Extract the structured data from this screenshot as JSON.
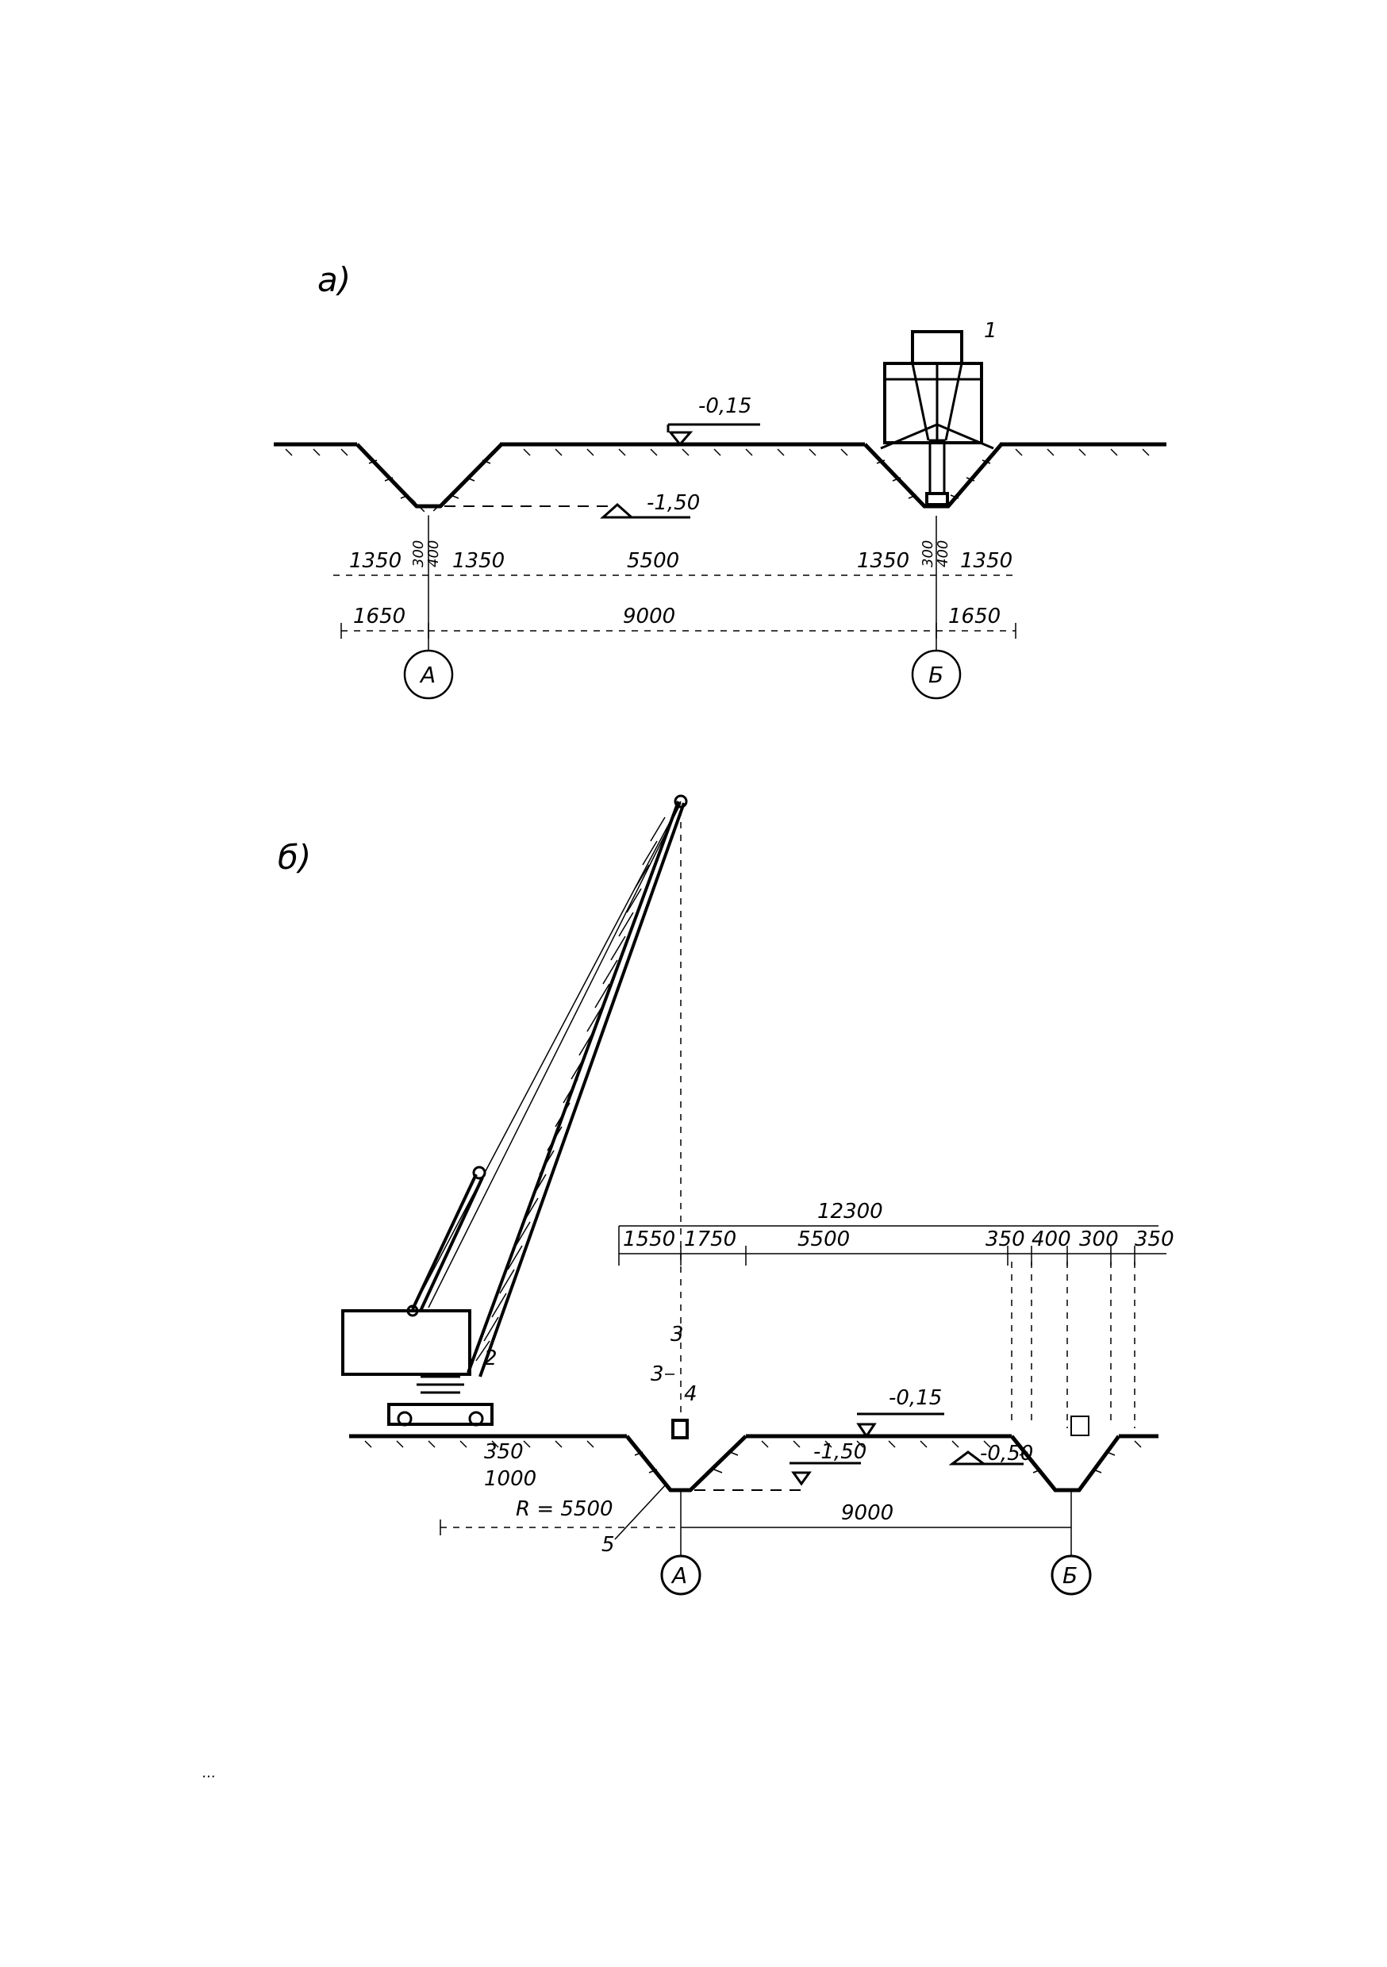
{
  "figure_a": {
    "label": "а)",
    "item_1": "1",
    "level_top": "-0,15",
    "level_bottom": "-1,50",
    "dim_row1": {
      "left_slope_a": "1350",
      "left_bottom": "300",
      "left_bottom_b": "400",
      "left_slope_b": "1350",
      "middle": "5500",
      "right_slope_a": "1350",
      "right_bottom": "300",
      "right_bottom_b": "400",
      "right_slope_b": "1350"
    },
    "dim_row2": {
      "left": "1650",
      "middle": "9000",
      "right": "1650"
    },
    "axis_left": "А",
    "axis_right": "Б"
  },
  "figure_b": {
    "label": "б)",
    "item_2": "2",
    "item_3": "3",
    "item_4": "4",
    "item_5": "5",
    "total": "12300",
    "dims": [
      "1550",
      "1750",
      "5500",
      "350",
      "400",
      "300",
      "350"
    ],
    "level_top": "-0,15",
    "level_mid": "-1,50",
    "level_right": "-0,50",
    "dim_350": "350",
    "dim_1000": "1000",
    "radius": "R = 5500",
    "span": "9000",
    "axis_left": "А",
    "axis_right": "Б"
  },
  "footer_mark": "..."
}
